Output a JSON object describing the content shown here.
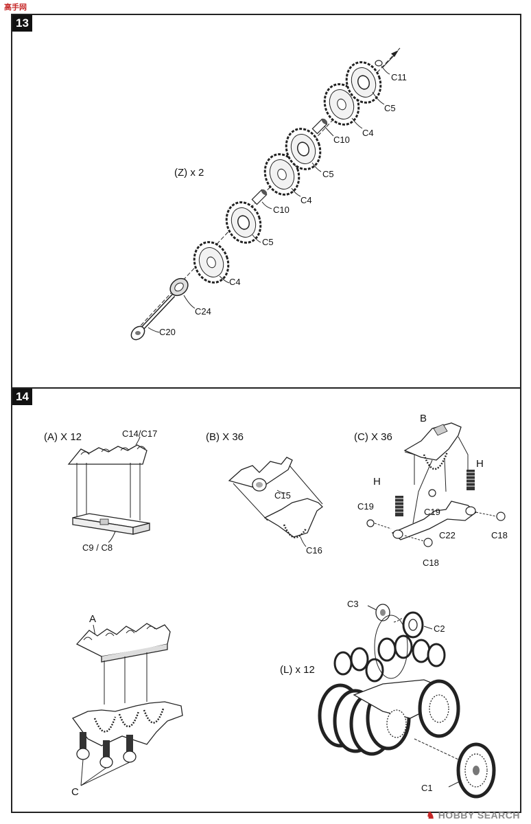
{
  "watermark": {
    "text": "高手网"
  },
  "brand": {
    "text": "HOBBY SEARCH",
    "mark": "♞"
  },
  "steps": {
    "s13": {
      "badge": "13",
      "group": "(Z) x 2"
    },
    "s14": {
      "badge": "14"
    }
  },
  "labels13": {
    "c11": "C11",
    "c5a": "C5",
    "c4a": "C4",
    "c10a": "C10",
    "c5b": "C5",
    "c4b": "C4",
    "c10b": "C10",
    "c5c": "C5",
    "c4c": "C4",
    "c24": "C24",
    "c20": "C20"
  },
  "subA": {
    "group": "(A) X 12",
    "c14c17": "C14/C17",
    "c9c8": "C9 / C8"
  },
  "subB": {
    "group": "(B) X 36",
    "c15": "C15",
    "c16": "C16"
  },
  "subC": {
    "group": "(C) X 36",
    "b": "B",
    "h1": "H",
    "h2": "H",
    "c19a": "C19",
    "c19b": "C19",
    "c22": "C22",
    "c18a": "C18",
    "c18b": "C18"
  },
  "subD": {
    "a": "A",
    "c": "C"
  },
  "subL": {
    "group": "(L) x 12",
    "c3": "C3",
    "c2": "C2",
    "c1": "C1"
  }
}
